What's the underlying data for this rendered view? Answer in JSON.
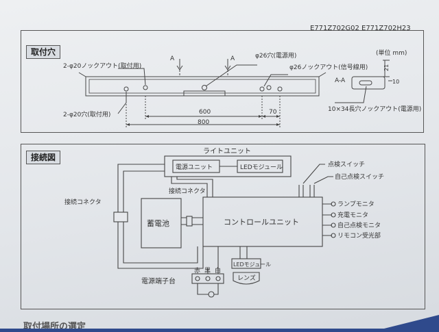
{
  "header": {
    "model_codes": "E771Z702G02  E771Z702H23"
  },
  "mounting": {
    "title": "取付穴",
    "unit": "(単位 mm)",
    "section_marker": "A",
    "section_label": "A-A",
    "dim_21": "21",
    "dim_10": "10",
    "knockout_mount": "2-φ20ノックアウト(取付用)",
    "hole_power": "φ26穴(電源用)",
    "knockout_signal": "φ26ノックアウト(信号線用)",
    "hole_mount": "2-φ20穴(取付用)",
    "dim_600": "600",
    "dim_70": "70",
    "dim_800": "800",
    "slot_note": "10×34長穴ノックアウト(電源用)"
  },
  "wiring": {
    "title": "接続図",
    "light_unit": "ライトユニット",
    "power_unit": "電源ユニット",
    "led_module": "LEDモジュール",
    "inspection_switch": "点検スイッチ",
    "self_check_switch": "自己点検スイッチ",
    "connector_left": "接続コネクタ",
    "connector_mid": "接続コネクタ",
    "battery": "蓄電池",
    "control_unit": "コントロールユニット",
    "lamp_monitor": "ランプモニタ",
    "charge_monitor": "充電モニタ",
    "self_check_monitor": "自己点検モニタ",
    "remote_receiver": "リモコン受光部",
    "red": "赤",
    "black": "黒",
    "white": "白",
    "led_small": "LEDモジュール",
    "lens": "レンズ",
    "terminal_block": "電源端子台"
  },
  "footer": {
    "partial_text": "取付場所の選定"
  }
}
